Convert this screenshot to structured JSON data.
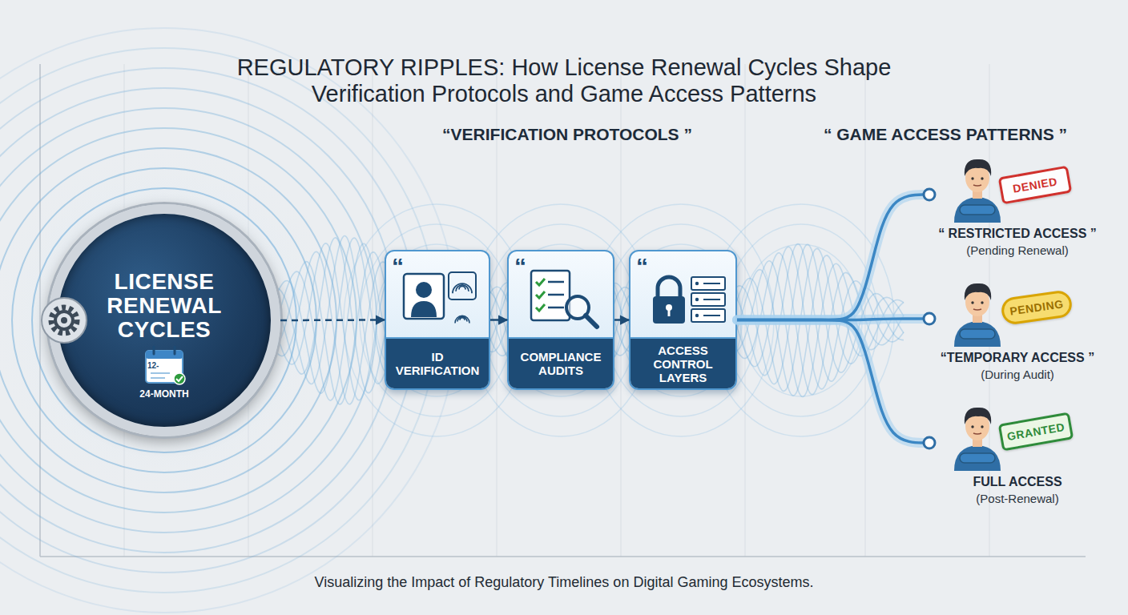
{
  "diagram": {
    "title": "REGULATORY RIPPLES: How License Renewal Cycles Shape Verification Protocols and Game Access Patterns",
    "caption": "Visualizing the Impact of Regulatory Timelines on Digital Gaming Ecosystems.",
    "nodes": [
      {
        "text": [
          "LICENSE RENEWAL CYCLES",
          "24-MONTH"
        ]
      },
      {
        "text": [
          "ID VERIFICATION"
        ]
      },
      {
        "text": [
          "COMPLIANCE AUDITS"
        ]
      },
      {
        "text": [
          "ACCESS CONTROL LAYERS"
        ]
      },
      {
        "text": [
          "“ RESTRICTED ACCESS ”",
          "(Pending Renewal)"
        ]
      },
      {
        "text": [
          "DENIED"
        ],
        "in": 4
      },
      {
        "text": [
          "“TEMPORARY ACCESS ”",
          "(During Audit)"
        ]
      },
      {
        "text": [
          "PENDING"
        ],
        "in": 6
      },
      {
        "text": [
          "FULL ACCESS",
          "(Post-Renewal)"
        ]
      },
      {
        "text": [
          "GRANTED"
        ],
        "in": 8
      }
    ],
    "edges": [
      {
        "from": 0,
        "to": 1,
        "arrow": "to"
      },
      {
        "from": 1,
        "to": 2,
        "arrow": "to"
      },
      {
        "from": 2,
        "to": 3,
        "arrow": "to"
      },
      {
        "from": 3,
        "to": 4,
        "arrow": "none"
      },
      {
        "from": 3,
        "to": 6,
        "arrow": "none"
      },
      {
        "from": 3,
        "to": 8,
        "arrow": "none"
      }
    ],
    "labels": [
      "“VERIFICATION PROTOCOLS ”",
      "“ GAME ACCESS PATTERNS ”",
      "“",
      "“",
      "“",
      "12-"
    ]
  }
}
